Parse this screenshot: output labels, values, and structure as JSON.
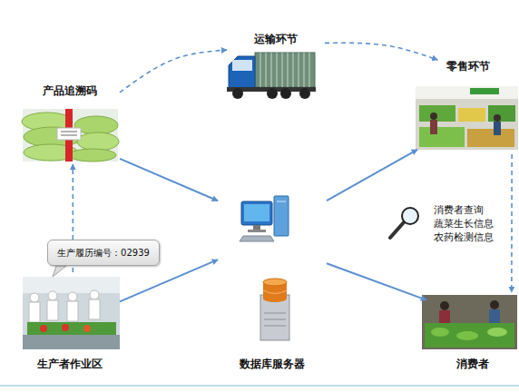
{
  "diagram": {
    "nodes": [
      {
        "text": [
          "产品追溯码"
        ]
      },
      {
        "text": [
          "运输环节"
        ]
      },
      {
        "text": [
          "零售环节"
        ]
      },
      {
        "text": [
          "数据库服务器"
        ]
      },
      {
        "text": [
          "生产履历编号：02939"
        ]
      },
      {
        "text": [
          "生产者作业区"
        ]
      },
      {
        "text": [
          "消费者"
        ]
      }
    ],
    "edges": [
      {
        "from": 0,
        "to": 1,
        "arrow": "to"
      },
      {
        "from": 1,
        "to": 2,
        "arrow": "to"
      },
      {
        "from": 5,
        "to": 0,
        "arrow": "to"
      },
      {
        "from": 2,
        "to": 6,
        "arrow": "to"
      },
      {
        "from": 0,
        "to": 3,
        "arrow": "to"
      },
      {
        "from": 5,
        "to": 3,
        "arrow": "to"
      },
      {
        "from": 3,
        "to": 2,
        "arrow": "to"
      },
      {
        "from": 3,
        "to": 6,
        "arrow": "to"
      }
    ],
    "labels": [
      "消费者查询",
      "蔬菜生长信息",
      "农药检测信息"
    ]
  }
}
